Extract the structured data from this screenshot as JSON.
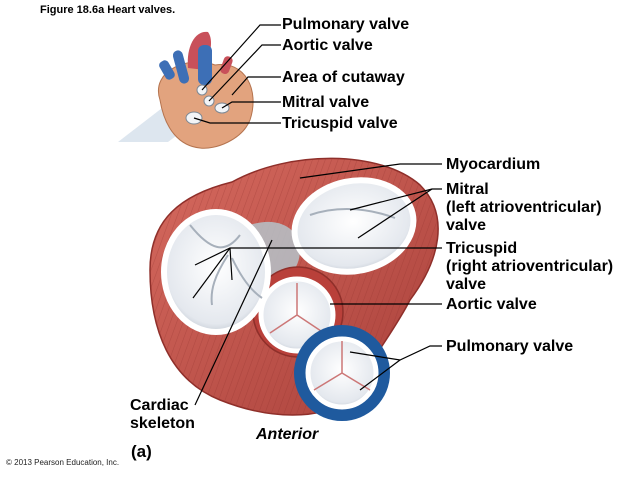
{
  "figure_title": "Figure 18.6a  Heart valves.",
  "top_labels": {
    "pulmonary": "Pulmonary valve",
    "aortic": "Aortic valve",
    "cutaway": "Area of cutaway",
    "mitral": "Mitral valve",
    "tricuspid": "Tricuspid valve"
  },
  "main_labels": {
    "myocardium": "Myocardium",
    "mitral": [
      "Mitral",
      "(left atrioventricular)",
      "valve"
    ],
    "tricuspid": [
      "Tricuspid",
      "(right atrioventricular)",
      "valve"
    ],
    "aortic": "Aortic valve",
    "pulmonary": "Pulmonary valve",
    "cardiac_skeleton": [
      "Cardiac",
      "skeleton"
    ]
  },
  "orientation_label": "Anterior",
  "panel_letter": "(a)",
  "copyright": "© 2013 Pearson Education, Inc.",
  "colors": {
    "muscle": "#c9524a",
    "muscle_dark": "#a53a34",
    "valve_ring": "#f2f4f7",
    "valve_shadow": "#9aa4b0",
    "pulmonary_trunk": "#1f5a9e",
    "skeleton_gray": "#b6bcc2"
  }
}
